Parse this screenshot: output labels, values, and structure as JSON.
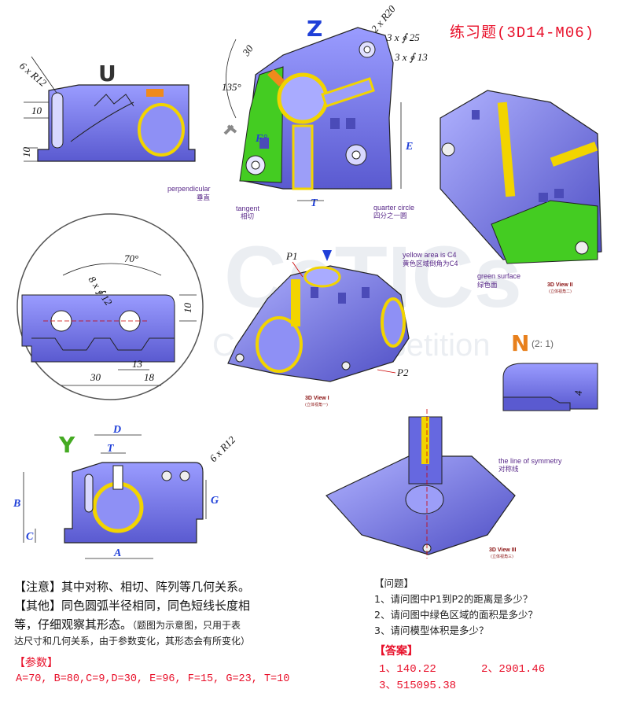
{
  "title": "练习题(3D14-M06)",
  "watermark": {
    "brand": "CaTICs",
    "subtitle": "CAD ... Competition"
  },
  "views": {
    "u": {
      "label": "U",
      "dims": [
        "6 x R12",
        "10",
        "10"
      ]
    },
    "z": {
      "label": "Z",
      "dims": [
        "2 x R20",
        "3 x ∮ 25",
        "3 x ∮ 13",
        "30",
        "135°",
        "F°",
        "E",
        "T"
      ],
      "annotations": [
        {
          "en": "perpendicular",
          "cn": "垂直"
        },
        {
          "en": "tangent",
          "cn": "相切"
        },
        {
          "en": "quarter circle",
          "cn": "四分之一圆"
        }
      ]
    },
    "detail": {
      "dims": [
        "70°",
        "8 x ∮ 12",
        "10",
        "13",
        "30",
        "18"
      ]
    },
    "view1": {
      "label": "3D View I",
      "sub": "(立体视角一)",
      "points": [
        "P1",
        "P2"
      ]
    },
    "view2": {
      "label": "3D View II",
      "sub": "(立体视角二)",
      "annotations": [
        {
          "en": "yellow area is C4",
          "cn": "黄色区域倒角为C4"
        },
        {
          "en": "green surface",
          "cn": "绿色面"
        }
      ]
    },
    "view3": {
      "label": "3D View III",
      "sub": "(立体视角三)",
      "annotations": [
        {
          "en": "the line of symmetry",
          "cn": "对称线"
        }
      ]
    },
    "n": {
      "label": "N",
      "scale": "(2: 1)",
      "dims": [
        "4"
      ]
    },
    "y": {
      "label": "Y",
      "dims": [
        "D",
        "T",
        "6 x R12",
        "B",
        "G",
        "C",
        "A"
      ]
    }
  },
  "notes": {
    "attention": "【注意】其中对称、相切、阵列等几何关系。",
    "other_line1": "【其他】同色圆弧半径相同，同色短线长度相",
    "other_line2": "等，仔细观察其形态。",
    "other_small1": "（题图为示意图，只用于表",
    "other_small2": "达尺寸和几何关系，由于参数变化，其形态会有所变化）",
    "params_header": "【参数】",
    "params": "A=70, B=80,C=9,D=30, E=96, F=15, G=23, T=10"
  },
  "questions": {
    "header": "【问题】",
    "items": [
      "1、请问图中P1到P2的距离是多少？",
      "2、请问图中绿色区域的面积是多少？",
      "3、请问模型体积是多少？"
    ]
  },
  "answers": {
    "header": "【答案】",
    "items": [
      "1、140.22",
      "2、2901.46",
      "3、515095.38"
    ]
  },
  "colors": {
    "part": "#7b7df2",
    "part_dark": "#4b4bb8",
    "yellow": "#f2d400",
    "orange": "#f08a1c",
    "green": "#44cc22",
    "red_title": "#e8102a",
    "dim_blue": "#1f3fd8"
  }
}
